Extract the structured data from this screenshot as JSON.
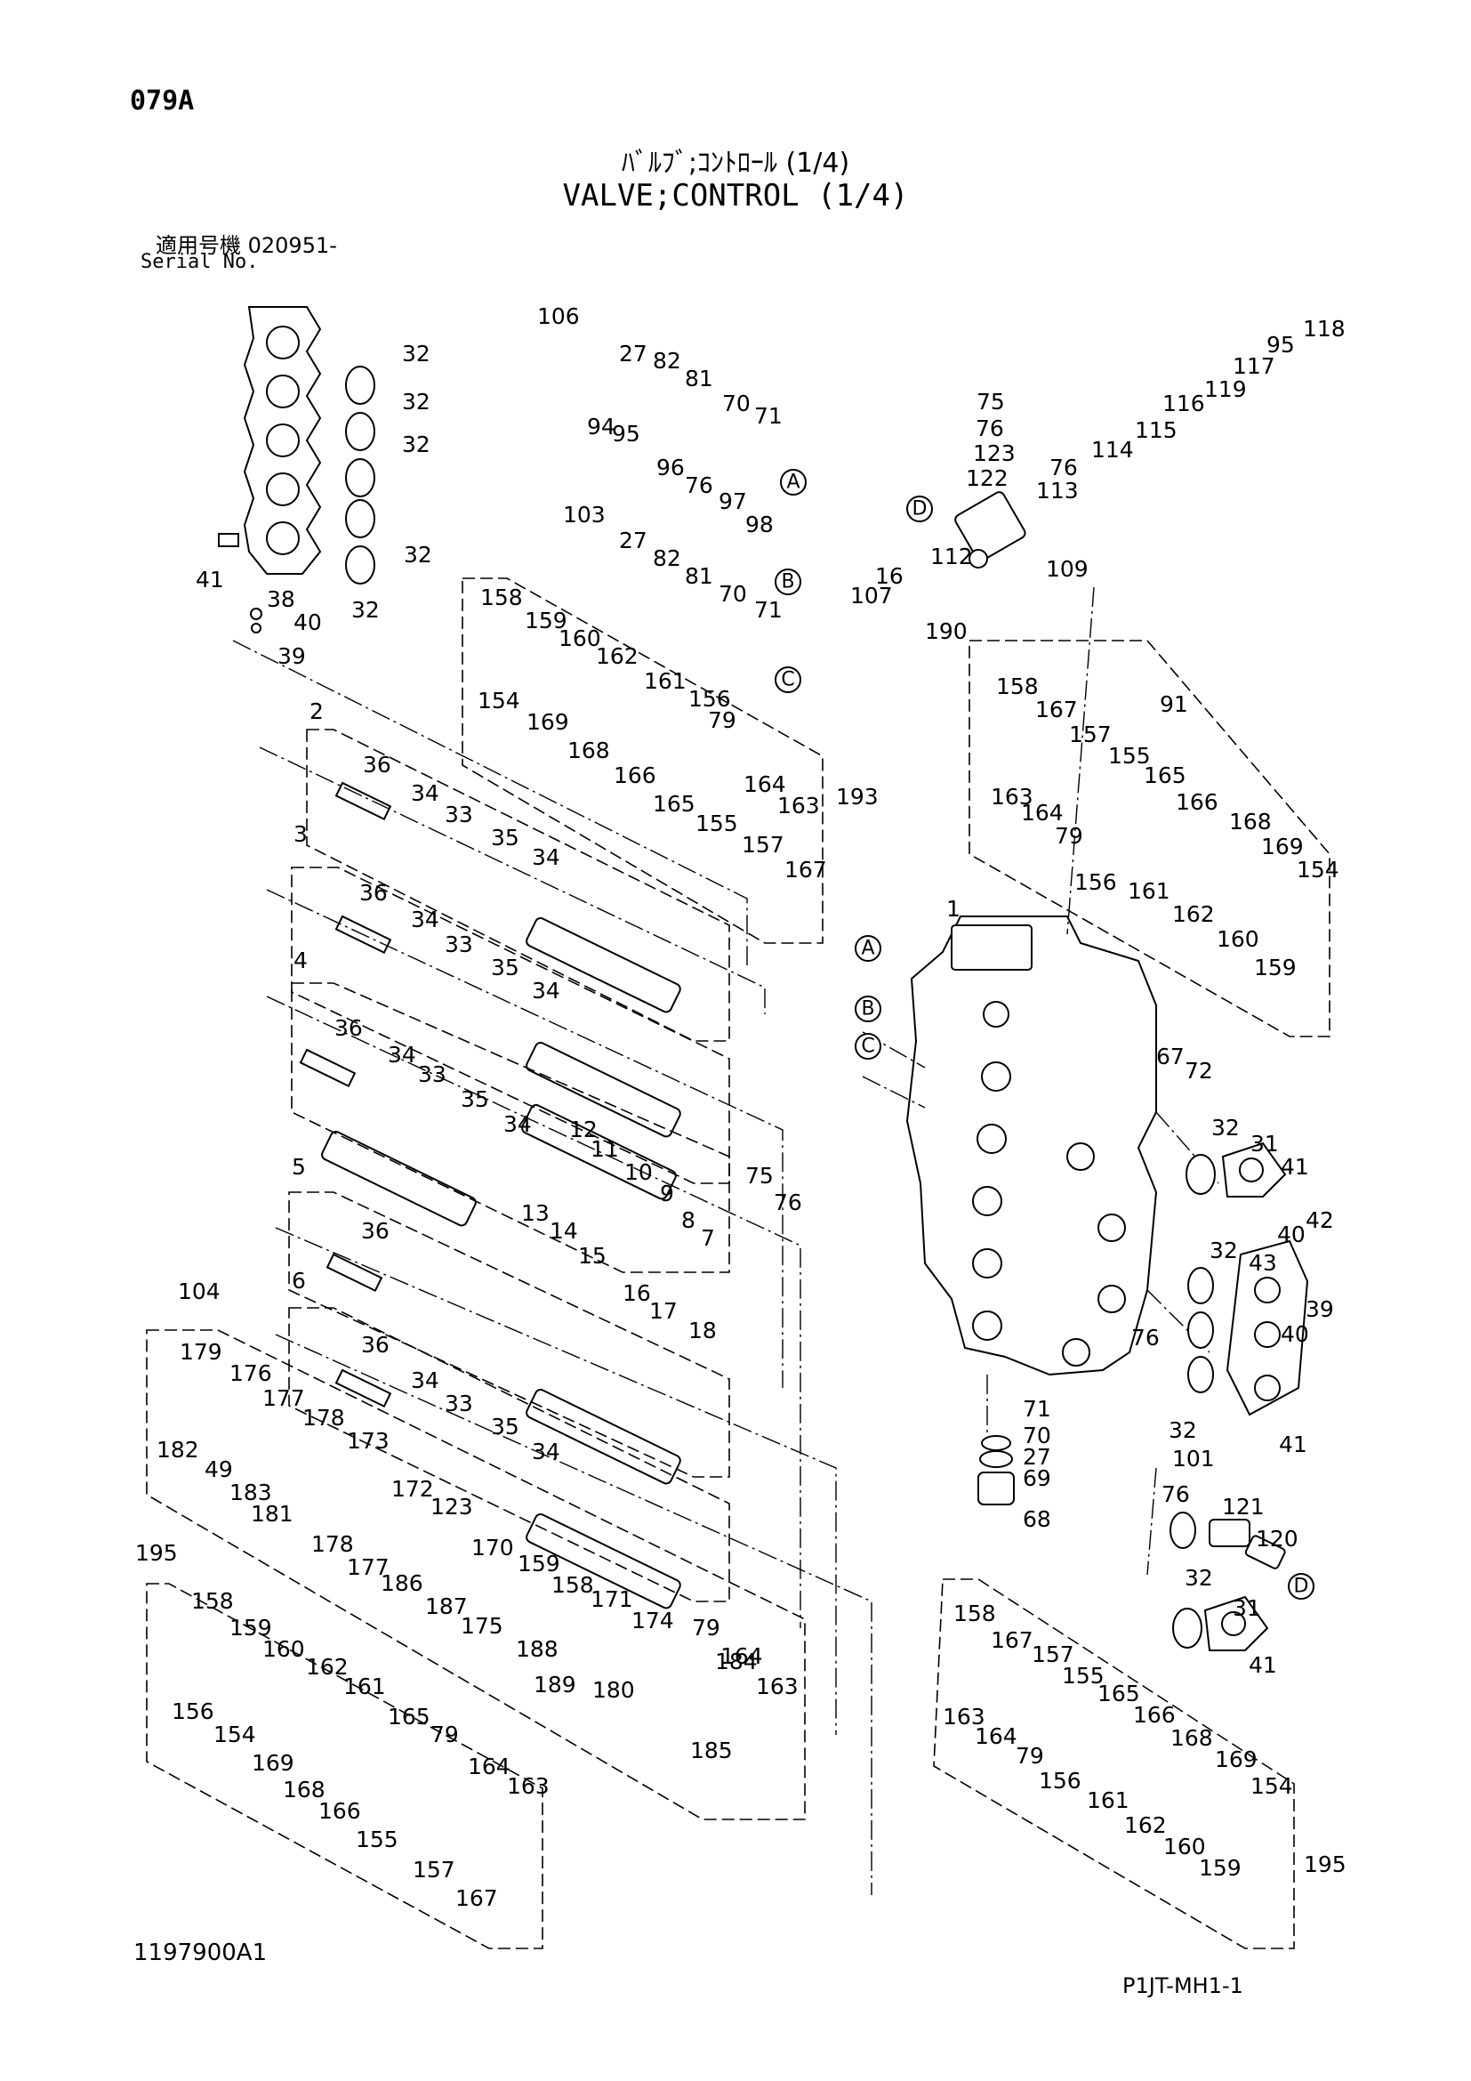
{
  "header": {
    "page_code": "079A",
    "title_jp": "ﾊﾞﾙﾌﾞ;ｺﾝﾄﾛｰﾙ (1/4)",
    "title_en": "VALVE;CONTROL (1/4)",
    "serial_label_jp": "適用号機  020951-",
    "serial_label_en": "Serial No."
  },
  "footer": {
    "drawing_number": "1197900A1",
    "sheet_code": "P1JT-MH1-1"
  },
  "diagram": {
    "reference_markers": [
      "A",
      "B",
      "C",
      "D"
    ],
    "callouts": [
      "106",
      "27",
      "82",
      "81",
      "70",
      "71",
      "94",
      "95",
      "96",
      "76",
      "97",
      "98",
      "103",
      "27",
      "82",
      "81",
      "70",
      "71",
      "118",
      "95",
      "117",
      "119",
      "116",
      "115",
      "114",
      "76",
      "113",
      "75",
      "76",
      "123",
      "122",
      "112",
      "16",
      "107",
      "190",
      "109",
      "32",
      "32",
      "32",
      "32",
      "32",
      "41",
      "38",
      "40",
      "39",
      "158",
      "159",
      "160",
      "162",
      "161",
      "156",
      "79",
      "154",
      "169",
      "168",
      "166",
      "165",
      "155",
      "157",
      "167",
      "164",
      "163",
      "193",
      "2",
      "36",
      "34",
      "33",
      "35",
      "34",
      "3",
      "36",
      "34",
      "33",
      "35",
      "34",
      "4",
      "36",
      "34",
      "33",
      "35",
      "34",
      "12",
      "11",
      "10",
      "9",
      "8",
      "7",
      "75",
      "76",
      "5",
      "36",
      "13",
      "14",
      "15",
      "16",
      "17",
      "18",
      "6",
      "36",
      "34",
      "33",
      "35",
      "34",
      "104",
      "179",
      "176",
      "177",
      "178",
      "173",
      "182",
      "49",
      "183",
      "181",
      "178",
      "177",
      "172",
      "123",
      "170",
      "159",
      "186",
      "187",
      "175",
      "158",
      "171",
      "174",
      "188",
      "189",
      "180",
      "184",
      "79",
      "164",
      "163",
      "185",
      "195",
      "158",
      "159",
      "160",
      "162",
      "161",
      "156",
      "154",
      "169",
      "168",
      "166",
      "165",
      "79",
      "164",
      "163",
      "155",
      "157",
      "167",
      "91",
      "158",
      "167",
      "157",
      "155",
      "165",
      "166",
      "168",
      "169",
      "154",
      "163",
      "164",
      "79",
      "156",
      "161",
      "162",
      "160",
      "159",
      "1",
      "67",
      "72",
      "32",
      "31",
      "41",
      "40",
      "42",
      "32",
      "43",
      "39",
      "40",
      "32",
      "41",
      "76",
      "71",
      "70",
      "27",
      "69",
      "68",
      "101",
      "76",
      "121",
      "120",
      "32",
      "31",
      "41",
      "158",
      "167",
      "157",
      "155",
      "165",
      "166",
      "168",
      "169",
      "154",
      "163",
      "164",
      "79",
      "156",
      "161",
      "162",
      "160",
      "159",
      "195"
    ]
  }
}
